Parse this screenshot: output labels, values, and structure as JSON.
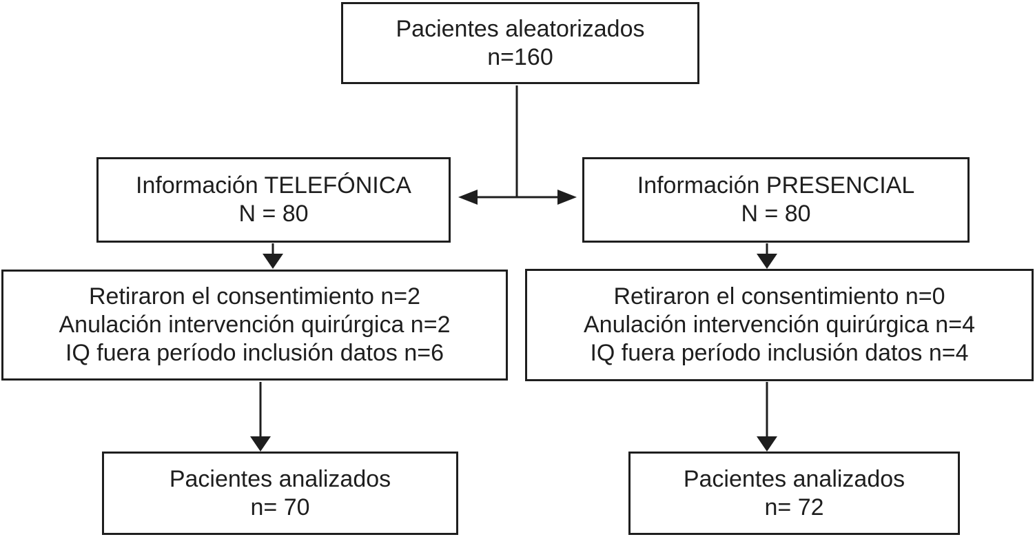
{
  "diagram": {
    "kind": "patient-flow-consort",
    "colors": {
      "border": "#1e1e1e",
      "text": "#1e1e1e",
      "background": "#ffffff"
    },
    "boxes": {
      "randomized": {
        "lines": [
          "Pacientes aleatorizados",
          "n=160"
        ]
      },
      "info_telefonica": {
        "lines": [
          "Información TELEFÓNICA",
          "N = 80"
        ]
      },
      "info_presencial": {
        "lines": [
          "Información PRESENCIAL",
          "N = 80"
        ]
      },
      "exclusions_telefonica": {
        "lines": [
          "Retiraron el consentimiento n=2",
          "Anulación intervención quirúrgica n=2",
          "IQ fuera período inclusión datos n=6"
        ]
      },
      "exclusions_presencial": {
        "lines": [
          "Retiraron el consentimiento n=0",
          "Anulación intervención quirúrgica n=4",
          "IQ fuera período inclusión datos n=4"
        ]
      },
      "analyzed_telefonica": {
        "lines": [
          "Pacientes analizados",
          "n= 70"
        ]
      },
      "analyzed_presencial": {
        "lines": [
          "Pacientes analizados",
          "n= 72"
        ]
      }
    }
  }
}
